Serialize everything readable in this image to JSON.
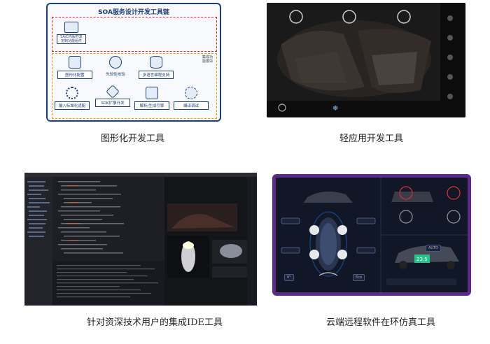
{
  "panel1": {
    "title": "SOA服务设计开发工具链",
    "top_label": "SA/C内服开发\n定制功能组件",
    "side_label": "集成功能模块",
    "tools": [
      {
        "label": "图形化配置"
      },
      {
        "label": "先验性校验"
      },
      {
        "label": "多语言编程支持"
      },
      {
        "label": "输入标准化适配"
      },
      {
        "label": "SDK扩展开发"
      },
      {
        "label": "解析/生成引擎"
      },
      {
        "label": "编译调试"
      }
    ]
  },
  "panel4": {
    "gauge_value": "23.5",
    "badges": [
      "0°",
      "Eco",
      "AUTO"
    ]
  },
  "captions": {
    "c1": "图形化开发工具",
    "c2": "轻应用开发工具",
    "c3": "针对资深技术用户的集成IDE工具",
    "c4": "云端远程软件在环仿真工具"
  },
  "colors": {
    "panel1_border": "#1d3f7a",
    "panel1_red_dash": "#dd2233",
    "panel1_yellow_dash": "#e6a100",
    "panel4_frame": "#5d2a8c"
  }
}
